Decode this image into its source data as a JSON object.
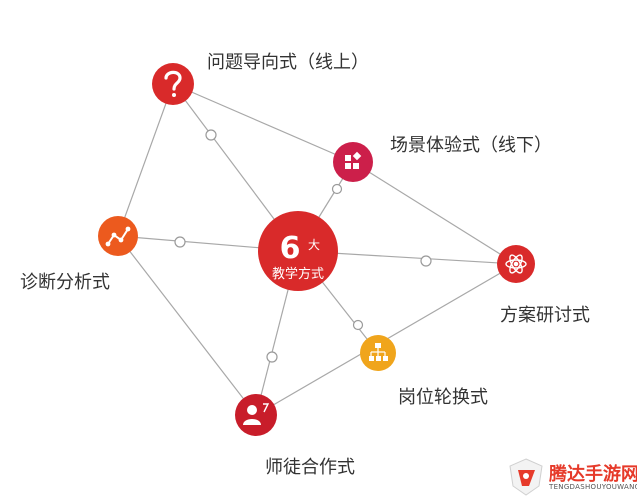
{
  "center": {
    "number": "6",
    "superscript": "大",
    "subtitle": "教学方式"
  },
  "methods": [
    {
      "id": "problem",
      "label": "问题导向式（线上）",
      "icon": "question-mark-icon",
      "color": "#d92a2a"
    },
    {
      "id": "scene",
      "label": "场景体验式（线下）",
      "icon": "grid-blocks-icon",
      "color": "#cc1f4a"
    },
    {
      "id": "diagnose",
      "label": "诊断分析式",
      "icon": "line-chart-icon",
      "color": "#ec5a1e"
    },
    {
      "id": "case",
      "label": "方案研讨式",
      "icon": "atom-icon",
      "color": "#d92a2a"
    },
    {
      "id": "rotation",
      "label": "岗位轮换式",
      "icon": "org-chart-icon",
      "color": "#f0a51c"
    },
    {
      "id": "mentor",
      "label": "师徒合作式",
      "icon": "mentor-person-icon",
      "color": "#c81d2a"
    }
  ],
  "watermark": {
    "title": "腾达手游网",
    "subtitle": "TENGDASHOUYOUWANG"
  },
  "colors": {
    "line": "#a8a8a8",
    "connector": "#9a9a9a",
    "center": "#d92a2a"
  }
}
